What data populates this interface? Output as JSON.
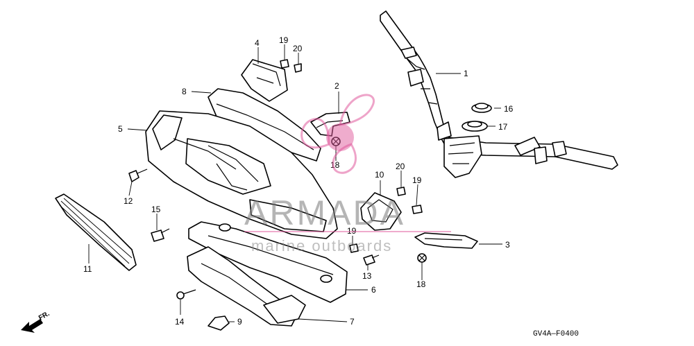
{
  "diagram_code": "GV4A—F0400",
  "direction_label": "FR.",
  "watermark": {
    "brand": "ARMADA",
    "tagline": "marine outboards",
    "accent_color": "#e05a9c"
  },
  "callouts": [
    {
      "id": "c1",
      "text": "1"
    },
    {
      "id": "c2",
      "text": "2"
    },
    {
      "id": "c3",
      "text": "3"
    },
    {
      "id": "c4",
      "text": "4"
    },
    {
      "id": "c5",
      "text": "5"
    },
    {
      "id": "c6",
      "text": "6"
    },
    {
      "id": "c7",
      "text": "7"
    },
    {
      "id": "c8",
      "text": "8"
    },
    {
      "id": "c9",
      "text": "9"
    },
    {
      "id": "c10",
      "text": "10"
    },
    {
      "id": "c11",
      "text": "11"
    },
    {
      "id": "c12",
      "text": "12"
    },
    {
      "id": "c13",
      "text": "13"
    },
    {
      "id": "c14",
      "text": "14"
    },
    {
      "id": "c15",
      "text": "15"
    },
    {
      "id": "c16",
      "text": "16"
    },
    {
      "id": "c17",
      "text": "17"
    },
    {
      "id": "c18a",
      "text": "18"
    },
    {
      "id": "c18b",
      "text": "18"
    },
    {
      "id": "c19a",
      "text": "19"
    },
    {
      "id": "c19b",
      "text": "19"
    },
    {
      "id": "c19c",
      "text": "19"
    },
    {
      "id": "c20a",
      "text": "20"
    },
    {
      "id": "c20b",
      "text": "20"
    }
  ]
}
